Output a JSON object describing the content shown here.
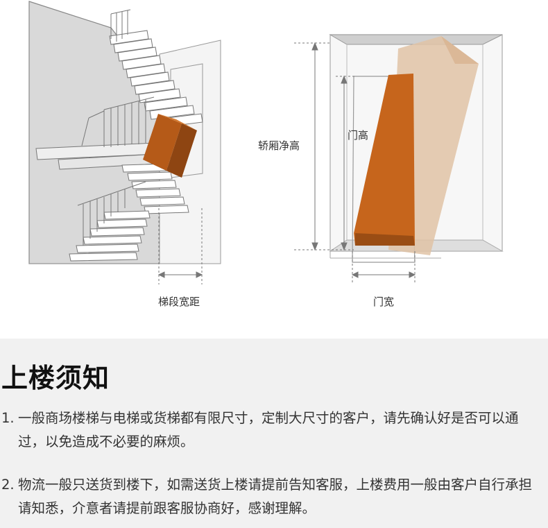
{
  "illustrations": {
    "staircase": {
      "caption": "梯段宽距"
    },
    "elevator": {
      "height_label": "轿厢净高",
      "door_height_label": "门高",
      "door_width_label": "门宽"
    }
  },
  "notice": {
    "title": "上楼须知",
    "items": [
      {
        "number": "1.",
        "text": "一般商场楼梯与电梯或货梯都有限尺寸，定制大尺寸的客户，请先确认好是否可以通过，以免造成不必要的麻烦。"
      },
      {
        "number": "2.",
        "text": "物流一般只送货到楼下，如需送货上楼请提前告知客服，上楼费用一般由客户自行承担请知悉，介意者请提前跟客服协商好，感谢理解。"
      }
    ]
  },
  "colors": {
    "box_orange": "#c6651c",
    "box_orange_dark": "#9a4d14",
    "box_ghost": "#e1c3a6",
    "notice_background": "#f1f1f1"
  }
}
